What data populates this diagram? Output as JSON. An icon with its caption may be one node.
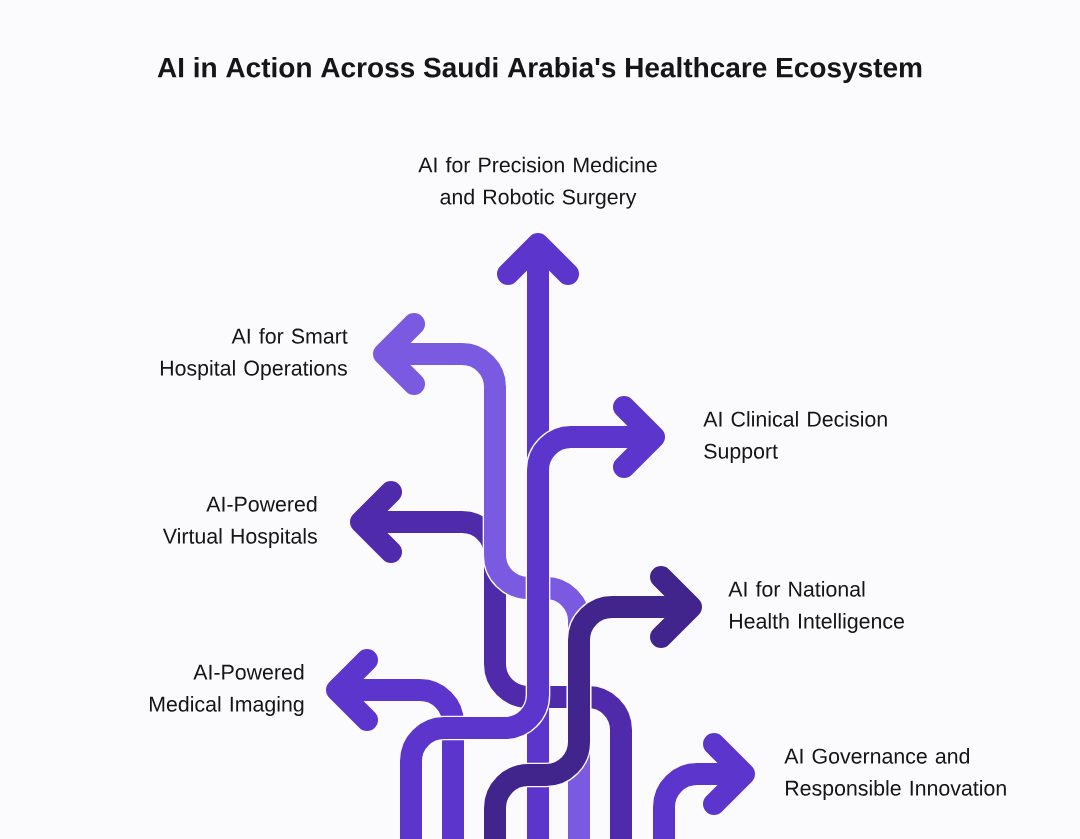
{
  "diagram": {
    "title": "AI in Action Across Saudi Arabia's Healthcare Ecosystem",
    "nodes": [
      {
        "text": [
          "AI for Precision Medicine and Robotic Surgery"
        ]
      },
      {
        "text": [
          "AI for Smart Hospital Operations"
        ]
      },
      {
        "text": [
          "AI Clinical Decision Support"
        ]
      },
      {
        "text": [
          "AI-Powered Virtual Hospitals"
        ]
      },
      {
        "text": [
          "AI for National Health Intelligence"
        ]
      },
      {
        "text": [
          "AI-Powered Medical Imaging"
        ]
      },
      {
        "text": [
          "AI Governance and Responsible Innovation"
        ]
      }
    ],
    "edges": [
      {
        "from": null,
        "to": 0,
        "arrow": "to"
      },
      {
        "from": null,
        "to": 1,
        "arrow": "to",
        "color": "#7b5ae2"
      },
      {
        "from": null,
        "to": 2,
        "arrow": "to"
      },
      {
        "from": null,
        "to": 3,
        "arrow": "to",
        "color": "#4f2aab"
      },
      {
        "from": null,
        "to": 4,
        "arrow": "to",
        "color": "#42258c"
      },
      {
        "from": null,
        "to": 5,
        "arrow": "to"
      },
      {
        "from": null,
        "to": 6,
        "arrow": "to"
      }
    ]
  }
}
